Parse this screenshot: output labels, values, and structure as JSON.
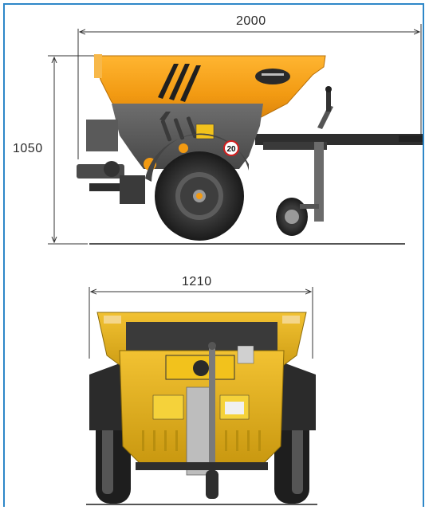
{
  "dimensions": {
    "length": "2000",
    "height": "1050",
    "width": "1210"
  },
  "badges": {
    "speed_limit": "20"
  },
  "colors": {
    "frame_border": "#2e87c8",
    "body_orange": "#f5a11a",
    "body_yellow": "#e8b217",
    "chassis_grey": "#5a5a5a",
    "tyre": "#2b2b2b",
    "dimension_line": "#333333"
  }
}
